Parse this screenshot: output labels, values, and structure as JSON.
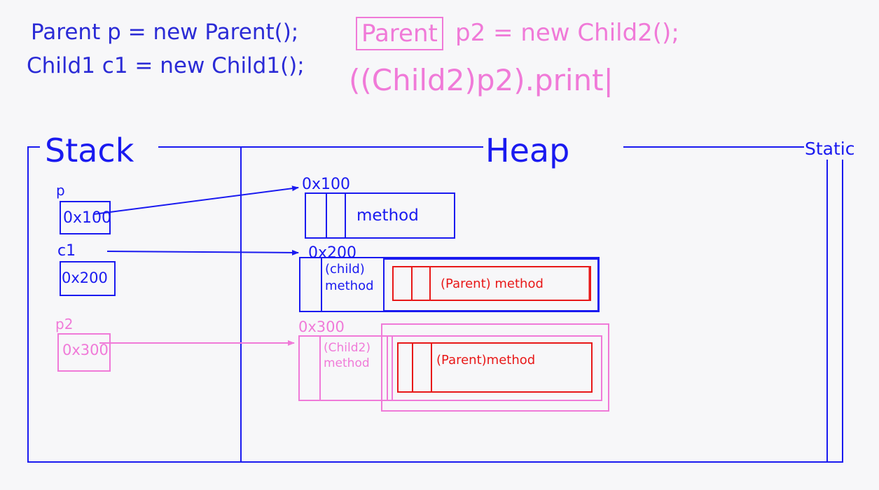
{
  "code": {
    "line1": "Parent p = new Parent();",
    "line2": "Child1 c1 = new Child1();",
    "line3_type": "Parent",
    "line3_rest": "p2 = new Child2();",
    "line4": "((Child2)p2).print|"
  },
  "regions": {
    "stack": "Stack",
    "heap": "Heap",
    "static": "Static"
  },
  "stack": {
    "p": {
      "label": "p",
      "value": "0x100"
    },
    "c1": {
      "label": "c1",
      "value": "0x200"
    },
    "p2": {
      "label": "p2",
      "value": "0x300"
    }
  },
  "heap": {
    "obj1": {
      "address": "0x100",
      "method": "method"
    },
    "obj2": {
      "address": "0x200",
      "child_line1": "(child)",
      "child_line2": "method",
      "parent_method": "(Parent) method"
    },
    "obj3": {
      "address": "0x300",
      "child_line1": "(Child2)",
      "child_line2": "method",
      "parent_method": "(Parent)method"
    }
  },
  "colors": {
    "blue": "#1a1af0",
    "pink": "#f07ad8",
    "red": "#e81818",
    "background": "#f7f7f9"
  }
}
